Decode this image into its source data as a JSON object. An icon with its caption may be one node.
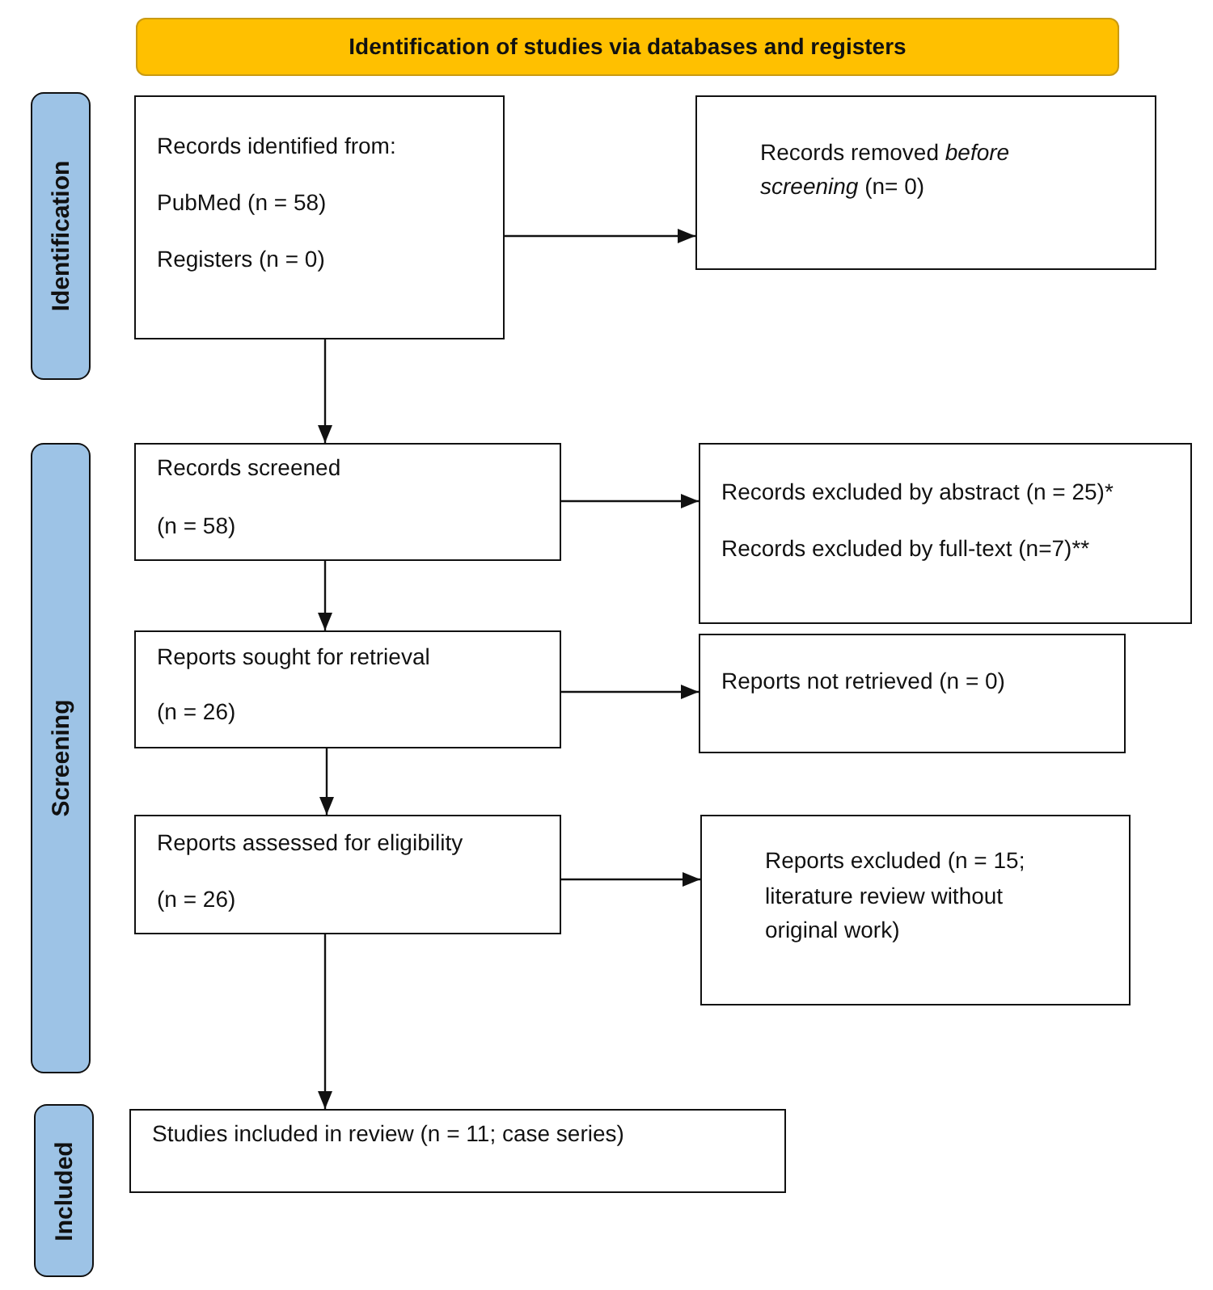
{
  "diagram": {
    "nodes": [
      {
        "text": [
          "Identification of studies via databases and registers"
        ]
      },
      {
        "text": [
          "Identification"
        ]
      },
      {
        "text": [
          "Records identified from:",
          "PubMed (n = 58)",
          "Registers (n = 0)"
        ]
      },
      {
        "text": [
          "Records removed *before screening* (n= 0)"
        ]
      },
      {
        "text": [
          "Screening"
        ]
      },
      {
        "text": [
          "Records screened",
          "(n = 58)"
        ]
      },
      {
        "text": [
          "Records excluded by abstract (n = 25)*",
          "Records excluded by full-text (n=7)**"
        ]
      },
      {
        "text": [
          "Reports sought for retrieval",
          "(n = 26)"
        ]
      },
      {
        "text": [
          "Reports not retrieved (n = 0)"
        ]
      },
      {
        "text": [
          "Reports assessed for eligibility",
          "(n = 26)"
        ]
      },
      {
        "text": [
          "Reports excluded (n = 15; literature review without original work)"
        ]
      },
      {
        "text": [
          "Included"
        ]
      },
      {
        "text": [
          "Studies included in review (n = 11; case series)"
        ]
      }
    ],
    "edges": [
      {
        "from": 2,
        "to": 3,
        "arrow": "to"
      },
      {
        "from": 2,
        "to": 5,
        "arrow": "to"
      },
      {
        "from": 5,
        "to": 6,
        "arrow": "to"
      },
      {
        "from": 5,
        "to": 7,
        "arrow": "to"
      },
      {
        "from": 7,
        "to": 8,
        "arrow": "to"
      },
      {
        "from": 7,
        "to": 9,
        "arrow": "to"
      },
      {
        "from": 9,
        "to": 10,
        "arrow": "to"
      },
      {
        "from": 9,
        "to": 12,
        "arrow": "to"
      }
    ]
  }
}
